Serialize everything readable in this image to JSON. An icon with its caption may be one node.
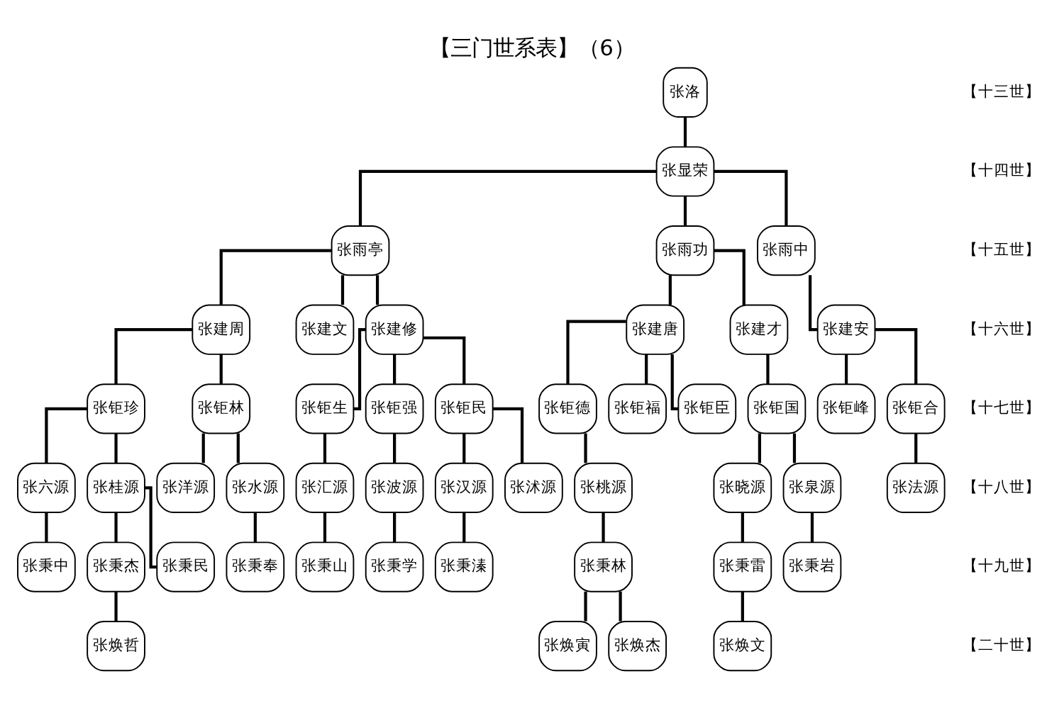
{
  "diagram": {
    "title": "【三门世系表】（6）",
    "nodes": [
      {
        "text": [
          "张洛"
        ]
      },
      {
        "text": [
          "张显荣"
        ]
      },
      {
        "text": [
          "张雨亭"
        ]
      },
      {
        "text": [
          "张雨功"
        ]
      },
      {
        "text": [
          "张雨中"
        ]
      },
      {
        "text": [
          "张建周"
        ]
      },
      {
        "text": [
          "张建文"
        ]
      },
      {
        "text": [
          "张建修"
        ]
      },
      {
        "text": [
          "张建唐"
        ]
      },
      {
        "text": [
          "张建才"
        ]
      },
      {
        "text": [
          "张建安"
        ]
      },
      {
        "text": [
          "张钜珍"
        ]
      },
      {
        "text": [
          "张钜林"
        ]
      },
      {
        "text": [
          "张钜生"
        ]
      },
      {
        "text": [
          "张钜强"
        ]
      },
      {
        "text": [
          "张钜民"
        ]
      },
      {
        "text": [
          "张钜德"
        ]
      },
      {
        "text": [
          "张钜福"
        ]
      },
      {
        "text": [
          "张钜臣"
        ]
      },
      {
        "text": [
          "张钜国"
        ]
      },
      {
        "text": [
          "张钜峰"
        ]
      },
      {
        "text": [
          "张钜合"
        ]
      },
      {
        "text": [
          "张六源"
        ]
      },
      {
        "text": [
          "张桂源"
        ]
      },
      {
        "text": [
          "张洋源"
        ]
      },
      {
        "text": [
          "张水源"
        ]
      },
      {
        "text": [
          "张汇源"
        ]
      },
      {
        "text": [
          "张波源"
        ]
      },
      {
        "text": [
          "张汉源"
        ]
      },
      {
        "text": [
          "张沭源"
        ]
      },
      {
        "text": [
          "张桃源"
        ]
      },
      {
        "text": [
          "张晓源"
        ]
      },
      {
        "text": [
          "张泉源"
        ]
      },
      {
        "text": [
          "张法源"
        ]
      },
      {
        "text": [
          "张秉中"
        ]
      },
      {
        "text": [
          "张秉杰"
        ]
      },
      {
        "text": [
          "张秉民"
        ]
      },
      {
        "text": [
          "张秉奉"
        ]
      },
      {
        "text": [
          "张秉山"
        ]
      },
      {
        "text": [
          "张秉学"
        ]
      },
      {
        "text": [
          "张秉溱"
        ]
      },
      {
        "text": [
          "张秉林"
        ]
      },
      {
        "text": [
          "张秉雷"
        ]
      },
      {
        "text": [
          "张秉岩"
        ]
      },
      {
        "text": [
          "张焕哲"
        ]
      },
      {
        "text": [
          "张焕寅"
        ]
      },
      {
        "text": [
          "张焕杰"
        ]
      },
      {
        "text": [
          "张焕文"
        ]
      }
    ],
    "edges": [
      {
        "from": 0,
        "to": 1,
        "arrow": "none"
      },
      {
        "from": 1,
        "to": 2,
        "arrow": "none"
      },
      {
        "from": 1,
        "to": 3,
        "arrow": "none"
      },
      {
        "from": 1,
        "to": 4,
        "arrow": "none"
      },
      {
        "from": 2,
        "to": 5,
        "arrow": "none"
      },
      {
        "from": 2,
        "to": 6,
        "arrow": "none"
      },
      {
        "from": 2,
        "to": 7,
        "arrow": "none"
      },
      {
        "from": 3,
        "to": 8,
        "arrow": "none"
      },
      {
        "from": 3,
        "to": 9,
        "arrow": "none"
      },
      {
        "from": 4,
        "to": 10,
        "arrow": "none"
      },
      {
        "from": 5,
        "to": 11,
        "arrow": "none"
      },
      {
        "from": 5,
        "to": 12,
        "arrow": "none"
      },
      {
        "from": 7,
        "to": 13,
        "arrow": "none"
      },
      {
        "from": 7,
        "to": 14,
        "arrow": "none"
      },
      {
        "from": 7,
        "to": 15,
        "arrow": "none"
      },
      {
        "from": 8,
        "to": 16,
        "arrow": "none"
      },
      {
        "from": 8,
        "to": 17,
        "arrow": "none"
      },
      {
        "from": 8,
        "to": 18,
        "arrow": "none"
      },
      {
        "from": 9,
        "to": 19,
        "arrow": "none"
      },
      {
        "from": 10,
        "to": 20,
        "arrow": "none"
      },
      {
        "from": 10,
        "to": 21,
        "arrow": "none"
      },
      {
        "from": 11,
        "to": 22,
        "arrow": "none"
      },
      {
        "from": 11,
        "to": 23,
        "arrow": "none"
      },
      {
        "from": 12,
        "to": 24,
        "arrow": "none"
      },
      {
        "from": 12,
        "to": 25,
        "arrow": "none"
      },
      {
        "from": 13,
        "to": 26,
        "arrow": "none"
      },
      {
        "from": 14,
        "to": 27,
        "arrow": "none"
      },
      {
        "from": 15,
        "to": 28,
        "arrow": "none"
      },
      {
        "from": 15,
        "to": 29,
        "arrow": "none"
      },
      {
        "from": 16,
        "to": 30,
        "arrow": "none"
      },
      {
        "from": 19,
        "to": 31,
        "arrow": "none"
      },
      {
        "from": 19,
        "to": 32,
        "arrow": "none"
      },
      {
        "from": 21,
        "to": 33,
        "arrow": "none"
      },
      {
        "from": 22,
        "to": 34,
        "arrow": "none"
      },
      {
        "from": 23,
        "to": 35,
        "arrow": "none"
      },
      {
        "from": 23,
        "to": 36,
        "arrow": "none"
      },
      {
        "from": 25,
        "to": 37,
        "arrow": "none"
      },
      {
        "from": 26,
        "to": 38,
        "arrow": "none"
      },
      {
        "from": 27,
        "to": 39,
        "arrow": "none"
      },
      {
        "from": 28,
        "to": 40,
        "arrow": "none"
      },
      {
        "from": 30,
        "to": 41,
        "arrow": "none"
      },
      {
        "from": 31,
        "to": 42,
        "arrow": "none"
      },
      {
        "from": 32,
        "to": 43,
        "arrow": "none"
      },
      {
        "from": 35,
        "to": 44,
        "arrow": "none"
      },
      {
        "from": 41,
        "to": 45,
        "arrow": "none"
      },
      {
        "from": 41,
        "to": 46,
        "arrow": "none"
      },
      {
        "from": 42,
        "to": 47,
        "arrow": "none"
      }
    ],
    "labels": [
      "【十三世】",
      "【十四世】",
      "【十五世】",
      "【十六世】",
      "【十七世】",
      "【十八世】",
      "【十九世】",
      "【二十世】"
    ]
  }
}
